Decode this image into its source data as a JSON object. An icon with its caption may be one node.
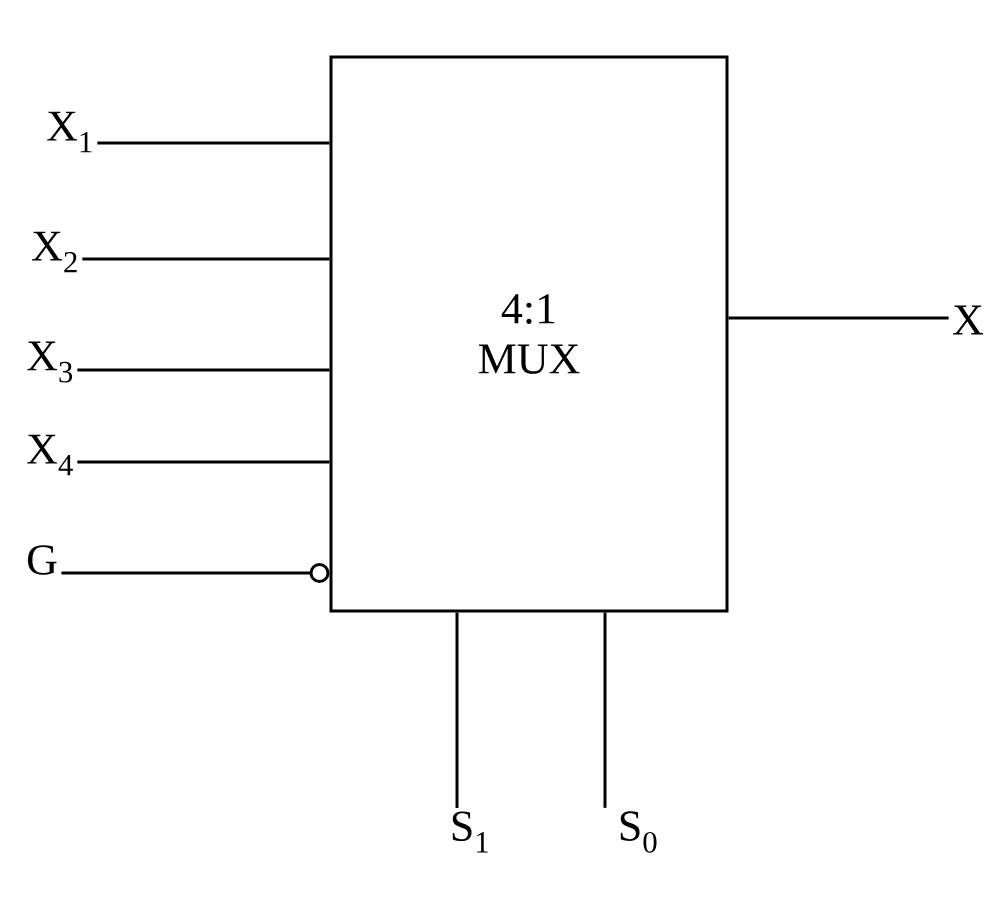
{
  "diagram": {
    "nodes": [
      {
        "text": [
          "4:1 MUX"
        ]
      },
      {
        "text": [
          "X$_{1}$"
        ]
      },
      {
        "text": [
          "X$_{2}$"
        ]
      },
      {
        "text": [
          "X$_{3}$"
        ]
      },
      {
        "text": [
          "X$_{4}$"
        ]
      },
      {
        "text": [
          "G"
        ]
      },
      {
        "text": [
          "X"
        ]
      },
      {
        "text": [
          "S$_{1}$"
        ]
      },
      {
        "text": [
          "S$_{0}$"
        ]
      }
    ],
    "edges": [
      {
        "from": 1,
        "to": 0,
        "arrow": "none"
      },
      {
        "from": 2,
        "to": 0,
        "arrow": "none"
      },
      {
        "from": 3,
        "to": 0,
        "arrow": "none"
      },
      {
        "from": 4,
        "to": 0,
        "arrow": "none"
      },
      {
        "from": 5,
        "to": 0,
        "arrow": "other"
      },
      {
        "from": 0,
        "to": 6,
        "arrow": "none"
      },
      {
        "from": 7,
        "to": 0,
        "arrow": "none"
      },
      {
        "from": 8,
        "to": 0,
        "arrow": "none"
      }
    ]
  }
}
